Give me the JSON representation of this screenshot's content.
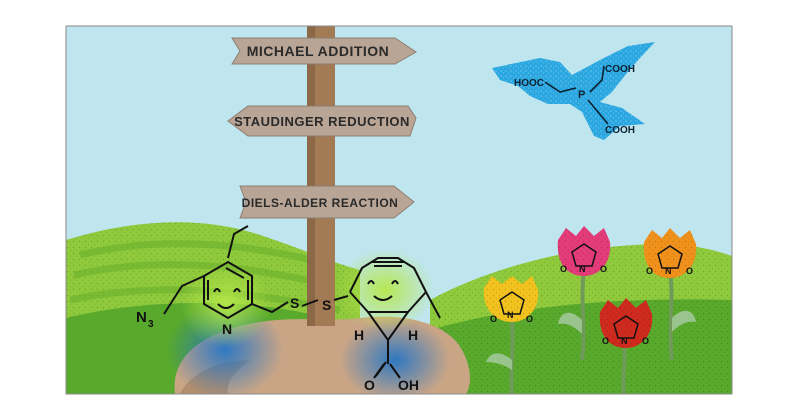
{
  "signs": {
    "sign1": "MICHAEL ADDITION",
    "sign2": "STAUDINGER REDUCTION",
    "sign3": "DIELS-ALDER REACTION"
  },
  "bird": {
    "label_left": "HOOC",
    "label_top": "COOH",
    "label_bottom": "COOH",
    "label_center": "P"
  },
  "molecules": {
    "azide": "N",
    "azide_sub": "3",
    "pyridine_n": "N",
    "sulfur1": "S",
    "sulfur2": "S",
    "h_left": "H",
    "h_right": "H",
    "acid_oh": "OH",
    "acid_o": "O"
  },
  "tulips": {
    "o_label": "O",
    "n_label": "N"
  },
  "colors": {
    "sky": "#bfe6ef",
    "bird": "#2aa6e0",
    "post": "#a27b55",
    "sign": "#b8a596",
    "hill_light": "#8fca3c",
    "hill_dark": "#58a92c",
    "ground": "#c9a586",
    "tulip_yellow": "#f2c21f",
    "tulip_pink": "#e33c78",
    "tulip_orange": "#f0911c",
    "tulip_red": "#cf2a1e"
  }
}
